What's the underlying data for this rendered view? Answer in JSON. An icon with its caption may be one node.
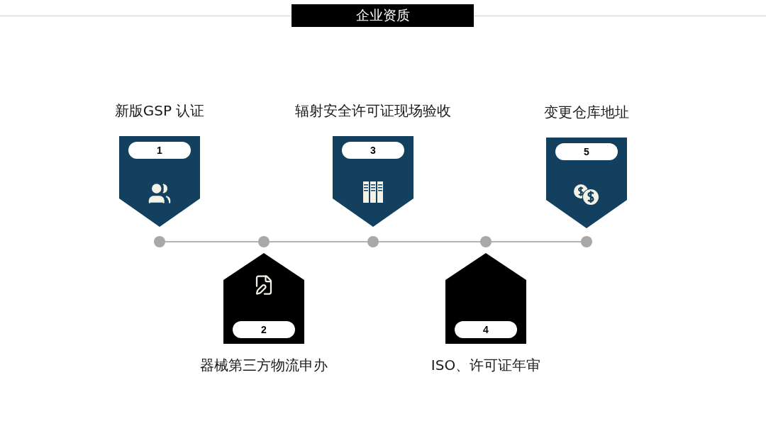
{
  "diagram": {
    "title": "企业资质",
    "nodes": [
      {
        "text": [
          "新版GSP 认证",
          "1"
        ]
      },
      {
        "text": [
          "2",
          "器械第三方物流申办"
        ]
      },
      {
        "text": [
          "辐射安全许可证现场验收",
          "3"
        ]
      },
      {
        "text": [
          "4",
          "ISO、许可证年审"
        ]
      },
      {
        "text": [
          "变更仓库地址",
          "5"
        ]
      }
    ]
  }
}
